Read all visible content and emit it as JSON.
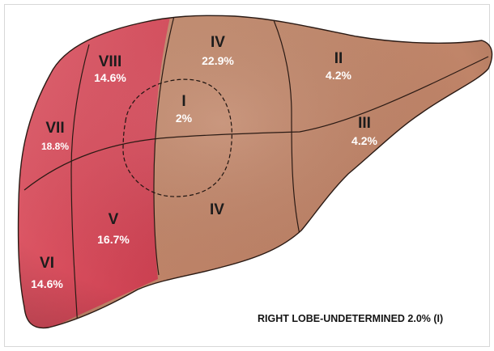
{
  "segments": {
    "viii": {
      "numeral": "VIII",
      "percent": "14.6%"
    },
    "iv_upper": {
      "numeral": "IV",
      "percent": "22.9%"
    },
    "ii": {
      "numeral": "II",
      "percent": "4.2%"
    },
    "i": {
      "numeral": "I",
      "percent": "2%"
    },
    "vii": {
      "numeral": "VII",
      "percent": "18.8%"
    },
    "iii": {
      "numeral": "III",
      "percent": "4.2%"
    },
    "iv_lower": {
      "numeral": "IV"
    },
    "v": {
      "numeral": "V",
      "percent": "16.7%"
    },
    "vi": {
      "numeral": "VI",
      "percent": "14.6%"
    }
  },
  "caption": "RIGHT LOBE-UNDETERMINED 2.0% (I)",
  "colors": {
    "right_lobe": "#d9505f",
    "left_lobe": "#c58a67",
    "outline": "#2a1a14"
  }
}
